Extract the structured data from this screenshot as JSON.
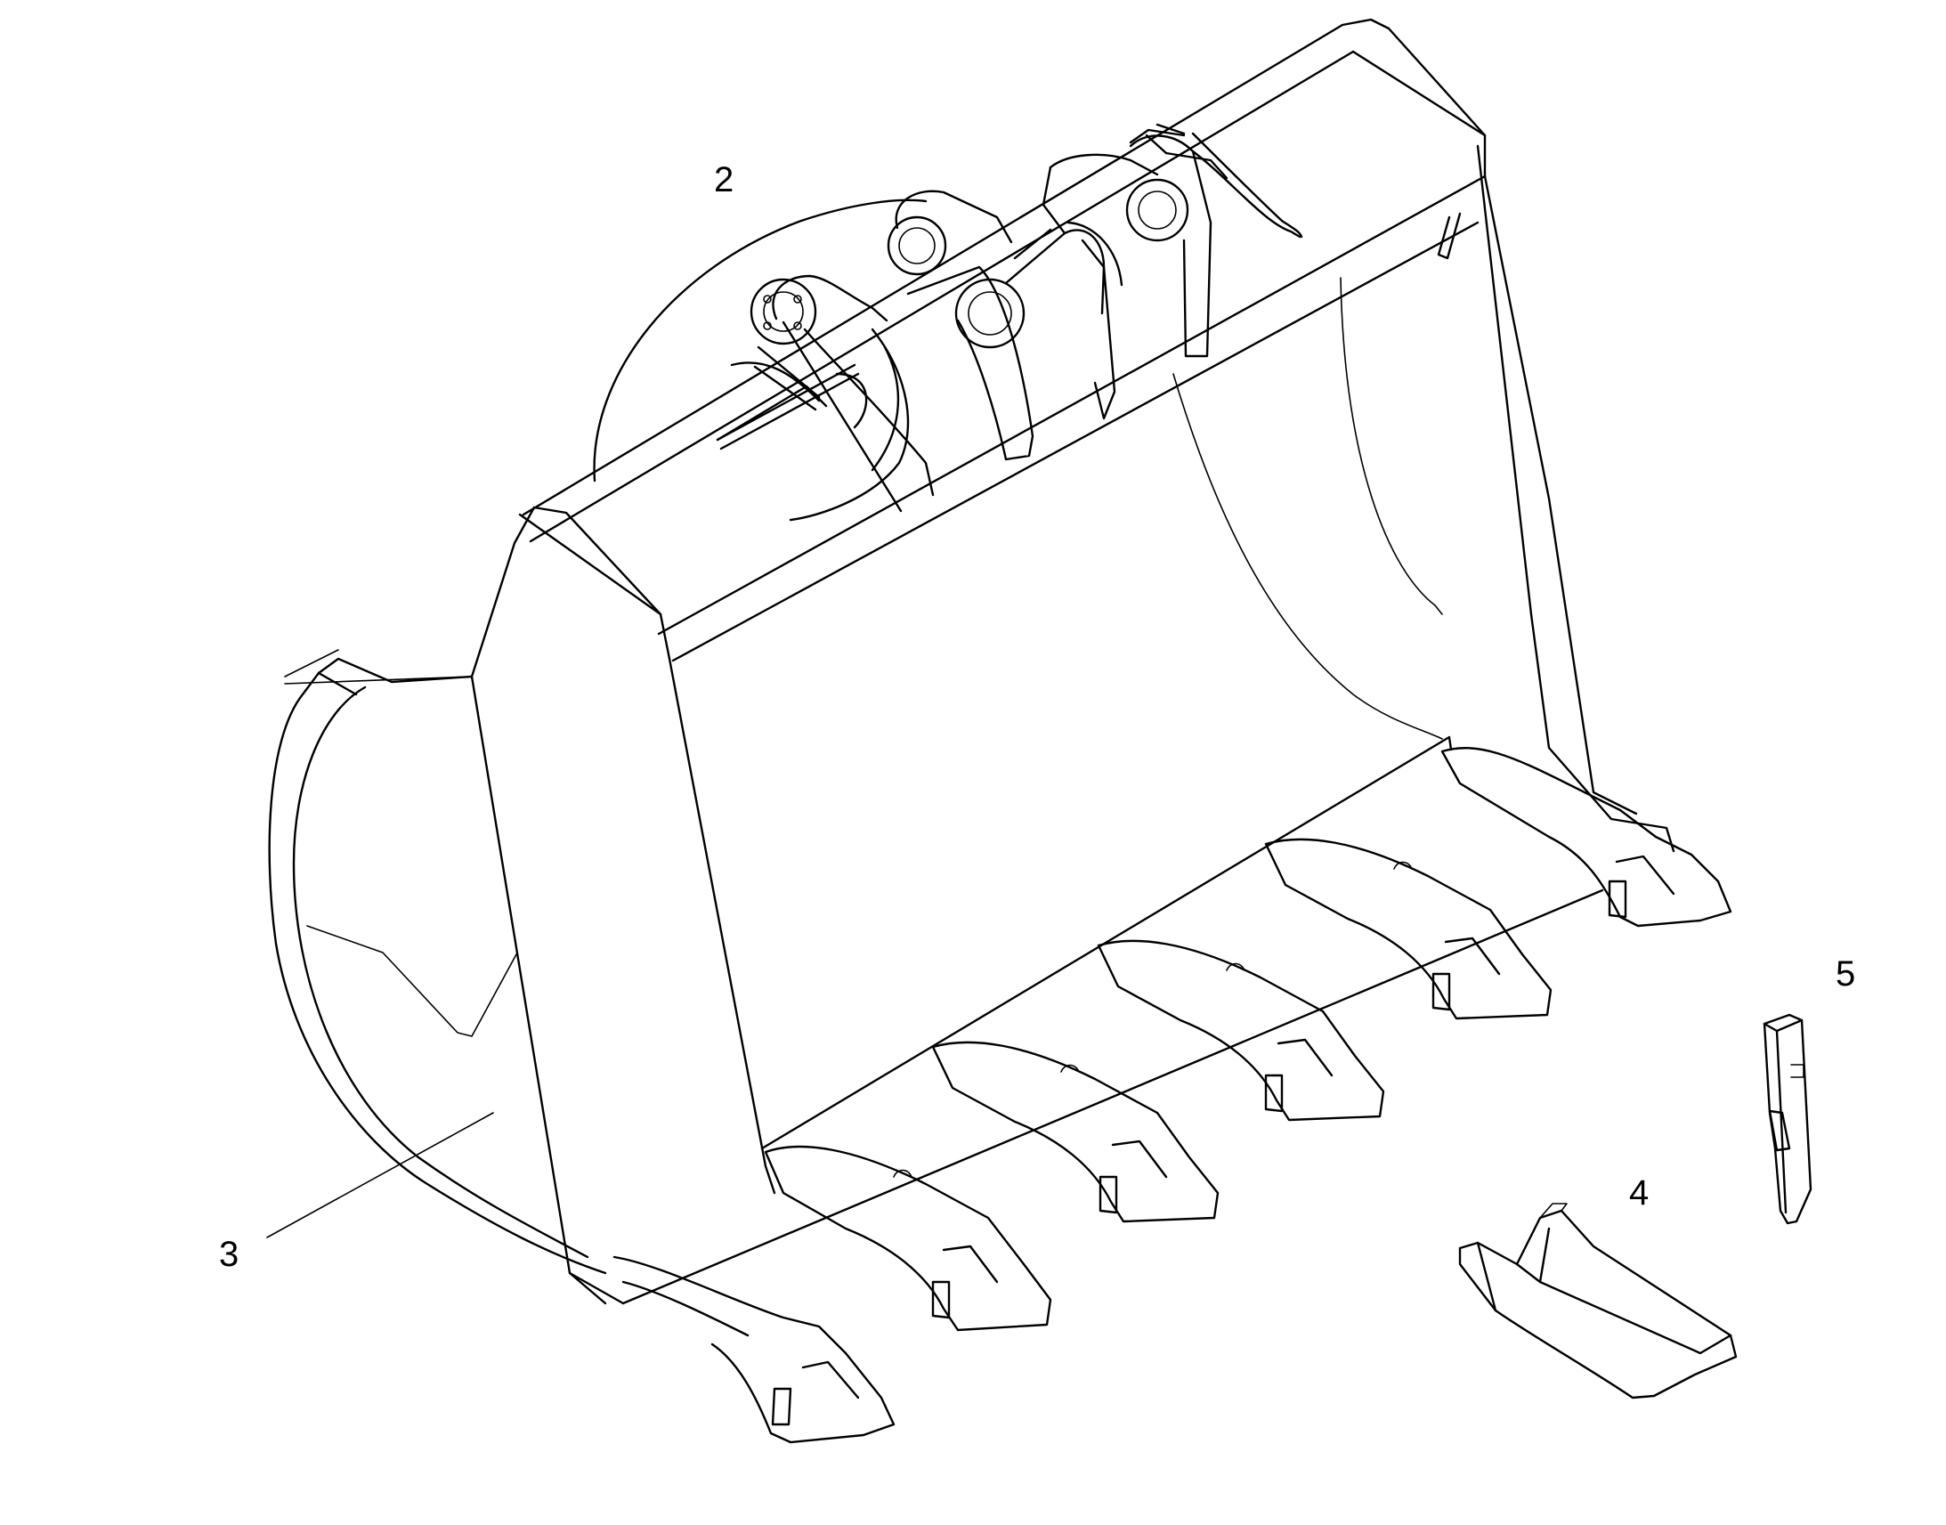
{
  "diagram": {
    "callouts": [
      {
        "id": "2",
        "text": "2"
      },
      {
        "id": "3",
        "text": "3"
      },
      {
        "id": "4",
        "text": "4"
      },
      {
        "id": "5",
        "text": "5"
      }
    ]
  }
}
